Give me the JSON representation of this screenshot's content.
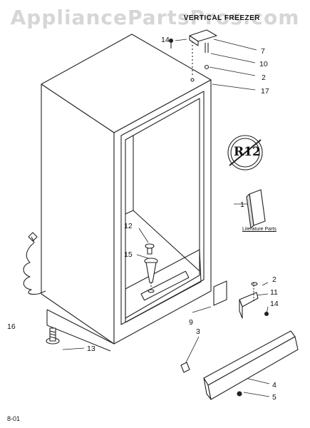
{
  "watermark": "AppliancePartsPros.com",
  "title": "VERTICAL FREEZER",
  "footer": "8-01",
  "emblem_text": "R12",
  "literature_label": "Literature Parts",
  "callouts": {
    "c14a": "14",
    "c7": "7",
    "c10": "10",
    "c2a": "2",
    "c17": "17",
    "c1": "1",
    "c12": "12",
    "c15": "15",
    "c2b": "2",
    "c11": "11",
    "c14b": "14",
    "c9": "9",
    "c16": "16",
    "c3": "3",
    "c13": "13",
    "c4": "4",
    "c5": "5"
  }
}
